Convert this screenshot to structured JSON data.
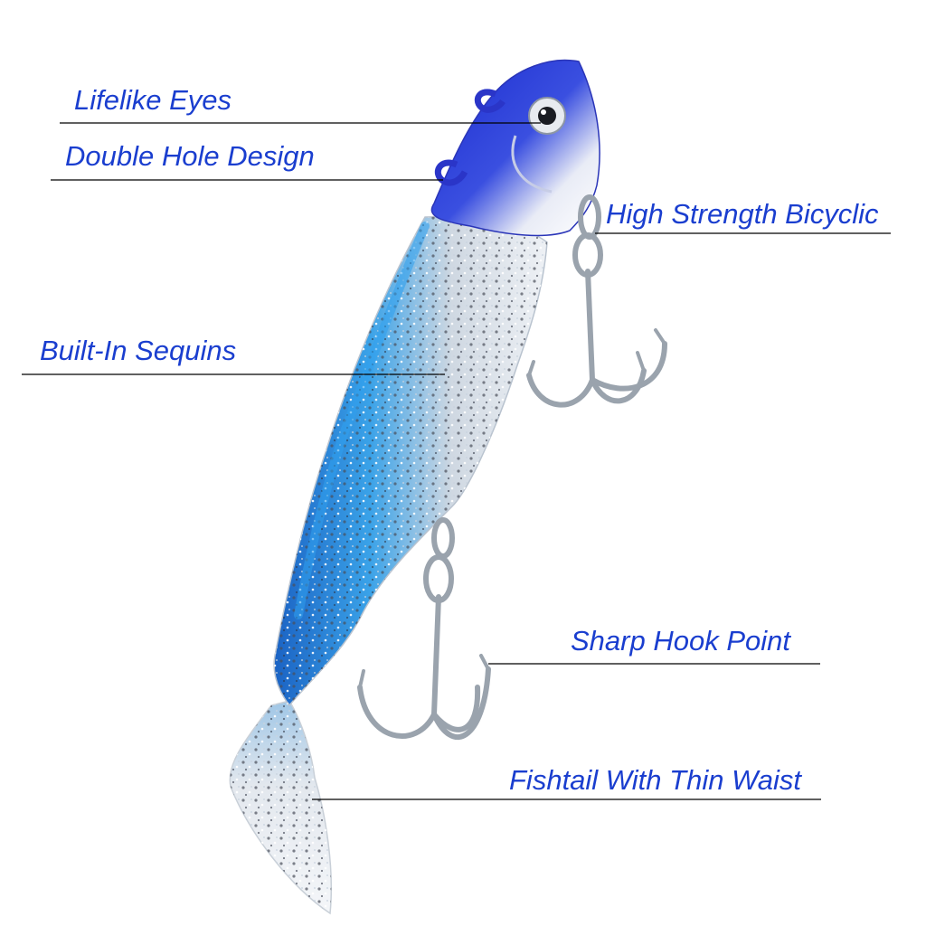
{
  "colors": {
    "label_text": "#1a3ecf",
    "leader_line": "#000000",
    "head_blue": "#1f2fd4",
    "body_blue": "#2a86d6",
    "hook_metal": "#9aa3ad"
  },
  "callouts": {
    "lifelike_eyes": "Lifelike Eyes",
    "double_hole_design": "Double Hole Design",
    "high_strength_bicyclic": "High Strength Bicyclic",
    "built_in_sequins": "Built-In Sequins",
    "sharp_hook_point": "Sharp Hook Point",
    "fishtail_thin_waist": "Fishtail With Thin Waist"
  }
}
